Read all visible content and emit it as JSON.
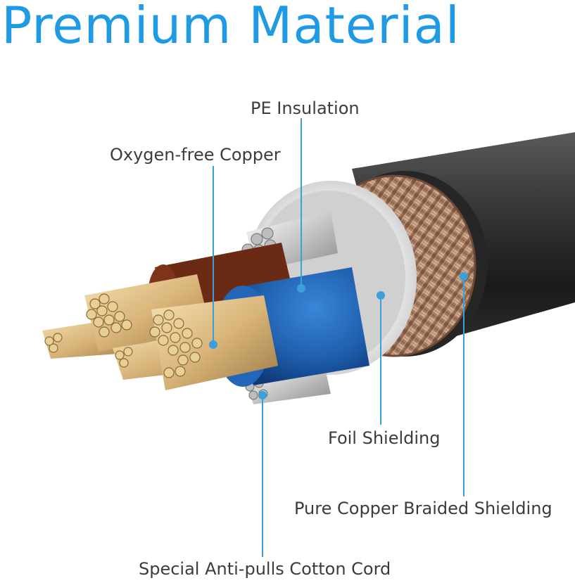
{
  "title": "Premium Material",
  "labels": {
    "pe_insulation": "PE Insulation",
    "oxygen_free_copper": "Oxygen-free Copper",
    "foil_shielding": "Foil Shielding",
    "braided_shielding": "Pure Copper Braided Shielding",
    "cotton_cord": "Special Anti-pulls Cotton Cord"
  },
  "colors": {
    "title": "#1e9be4",
    "callout": "#3aa0dc",
    "text": "#3c3c3c",
    "jacket": "#2b2b2b",
    "braid": "#b88a6c",
    "foil": "#e4e4e4",
    "pe_blue": "#1f5fae",
    "copper_wire": "#d9b57a",
    "brown_insulation": "#6b2a14"
  }
}
